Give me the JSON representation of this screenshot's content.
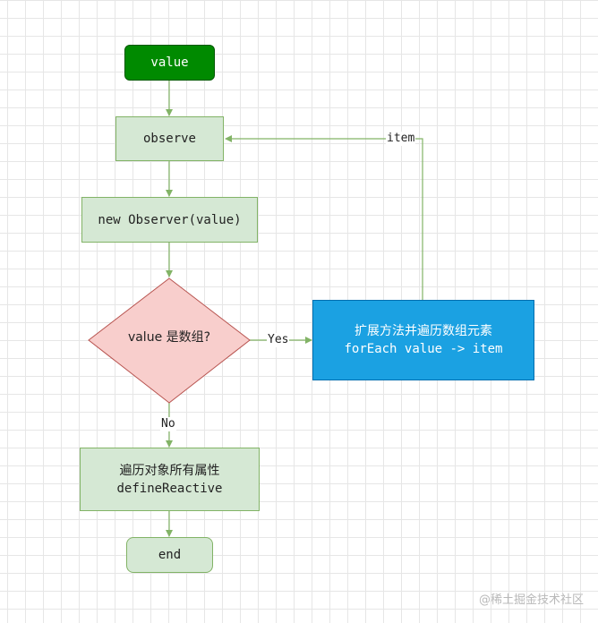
{
  "nodes": {
    "value": "value",
    "observe": "observe",
    "new_observer": "new Observer(value)",
    "decision": {
      "text": "value 是数组?"
    },
    "array_branch": {
      "line1": "扩展方法并遍历数组元素",
      "line2": "forEach value -> item"
    },
    "object_branch": {
      "line1": "遍历对象所有属性",
      "line2": "defineReactive"
    },
    "end": "end"
  },
  "edge_labels": {
    "yes": "Yes",
    "no": "No",
    "item": "item"
  },
  "watermark": "@稀土掘金技术社区",
  "colors": {
    "start_fill": "#008a00",
    "process_fill": "#d5e8d4",
    "process_stroke": "#82b366",
    "decision_fill": "#f8cecc",
    "decision_stroke": "#b85450",
    "array_fill": "#1ba1e2",
    "edge": "#82b366"
  }
}
